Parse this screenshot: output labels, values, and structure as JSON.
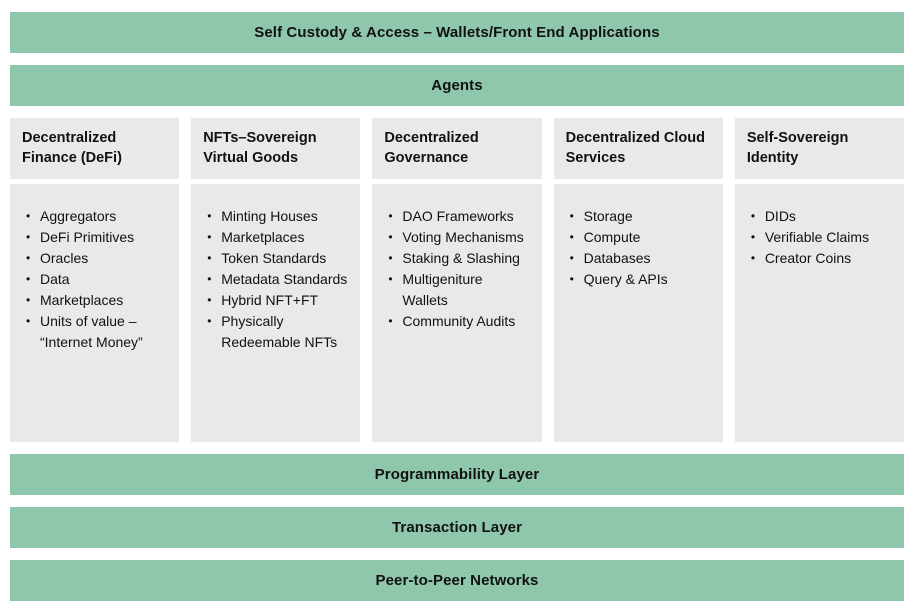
{
  "colors": {
    "layer_green": "#8ec7ab",
    "panel_gray": "#e9e9e9",
    "text": "#111111"
  },
  "bars": {
    "self_custody": "Self Custody & Access – Wallets/Front End Applications",
    "agents": "Agents",
    "programmability": "Programmability Layer",
    "transaction": "Transaction Layer",
    "p2p": "Peer-to-Peer Networks"
  },
  "columns": [
    {
      "title": "Decentralized Finance (DeFi)",
      "items": [
        "Aggregators",
        "DeFi Primitives",
        "Oracles",
        "Data",
        "Marketplaces",
        "Units of value – “Internet Money”"
      ]
    },
    {
      "title": "NFTs–Sovereign Virtual Goods",
      "items": [
        "Minting Houses",
        "Marketplaces",
        "Token Standards",
        "Metadata Standards",
        "Hybrid NFT+FT",
        "Physically Redeemable NFTs"
      ]
    },
    {
      "title": "Decentralized Governance",
      "items": [
        "DAO Frameworks",
        "Voting Mechanisms",
        "Staking & Slashing",
        "Multigeniture Wallets",
        "Community Audits"
      ]
    },
    {
      "title": "Decentralized Cloud Services",
      "items": [
        "Storage",
        "Compute",
        "Databases",
        "Query & APIs"
      ]
    },
    {
      "title": "Self-Sovereign Identity",
      "items": [
        "DIDs",
        "Verifiable Claims",
        "Creator Coins"
      ]
    }
  ]
}
